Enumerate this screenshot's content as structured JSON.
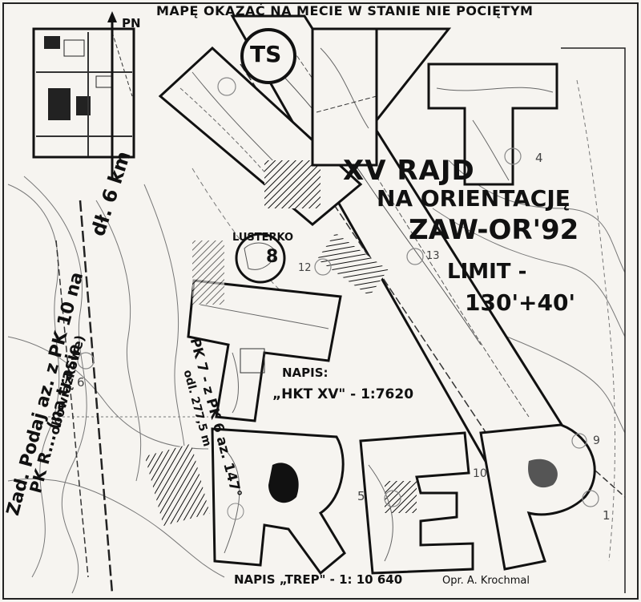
{
  "header": {
    "notice": "MAPĘ OKAZAĆ NA MECIE W STANIE NIE POCIĘTYM"
  },
  "badge": {
    "initials": "TS"
  },
  "north": {
    "label": "PN"
  },
  "event": {
    "edition": "XV RAJD",
    "line2": "NA ORIENTACJĘ",
    "name": "ZAW-OR'92",
    "limit_label": "LIMIT -",
    "limit_value": "130'+40'"
  },
  "distance": {
    "label": "dł. 6 km"
  },
  "mirror": {
    "label": "LUSTERKO",
    "number": "8"
  },
  "task": {
    "line1": "Zad. Podaj az. z PK 10 na",
    "line2": "PK R... (na trasie",
    "line3": "obowiązkowe)"
  },
  "pk7": {
    "line1": "PK 7 - z PK 6 az. 147°",
    "line2": "odl. 277,5 m"
  },
  "inscription_hkt": {
    "line1": "NAPIS:",
    "line2": "„HKT XV\" - 1:7620"
  },
  "inscription_trep": {
    "text": "NAPIS „TREP\" - 1: 10 640"
  },
  "author": {
    "text": "Opr. A. Krochmal"
  },
  "checkpoints": [
    "1",
    "4",
    "5",
    "6",
    "9",
    "10",
    "12",
    "13"
  ]
}
